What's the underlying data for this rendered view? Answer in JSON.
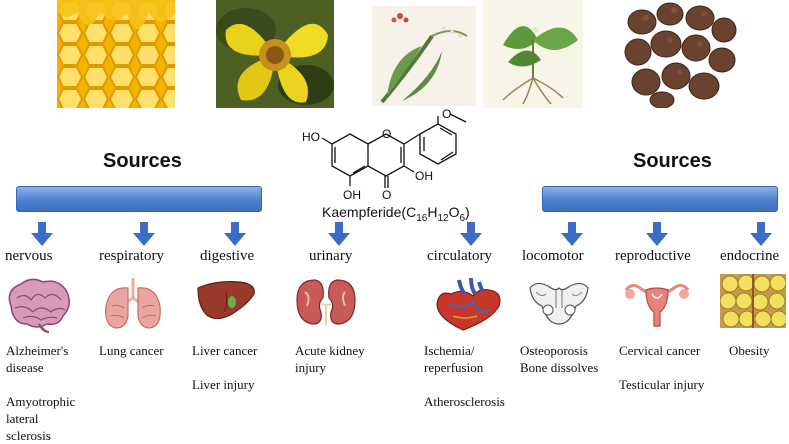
{
  "left_sources_label": "Sources",
  "right_sources_label": "Sources",
  "compound": {
    "name": "Kaempferide",
    "formula_parts": [
      "C",
      "16",
      "H",
      "12",
      "O",
      "6"
    ],
    "groups": {
      "oh_left": "HO",
      "oh_right": "OH",
      "oh_bottom": "OH",
      "carbonyl": "O",
      "ring_o": "O"
    }
  },
  "systems": [
    {
      "label": "nervous",
      "diseases": "Alzheimer's\ndisease\n\nAmyotrophic\nlateral\nsclerosis",
      "icon": "brain-icon"
    },
    {
      "label": "respiratory",
      "diseases": "Lung cancer",
      "icon": "lungs-icon"
    },
    {
      "label": "digestive",
      "diseases": "Liver cancer\n\nLiver injury",
      "icon": "liver-icon"
    },
    {
      "label": "urinary",
      "diseases": "Acute kidney\ninjury",
      "icon": "kidney-icon"
    },
    {
      "label": "circulatory",
      "diseases": "Ischemia/\nreperfusion\n\nAtherosclerosis",
      "icon": "heart-icon"
    },
    {
      "label": "locomotor",
      "diseases": "Osteoporosis\nBone dissolves",
      "icon": "pelvis-icon"
    },
    {
      "label": "reproductive",
      "diseases": "Cervical cancer\n\nTesticular injury",
      "icon": "uterus-icon"
    },
    {
      "label": "endocrine",
      "diseases": "Obesity",
      "icon": "fat-cells-icon"
    }
  ],
  "source_images": [
    "honeycomb-image",
    "yellow-flower-image",
    "ginger-plant-illustration",
    "herb-plant-illustration",
    "dried-fruits-image"
  ],
  "colors": {
    "arrow": "#3a6cc8",
    "bar_dark": "#3f6fc0",
    "bar_light": "#8fb3e6"
  }
}
